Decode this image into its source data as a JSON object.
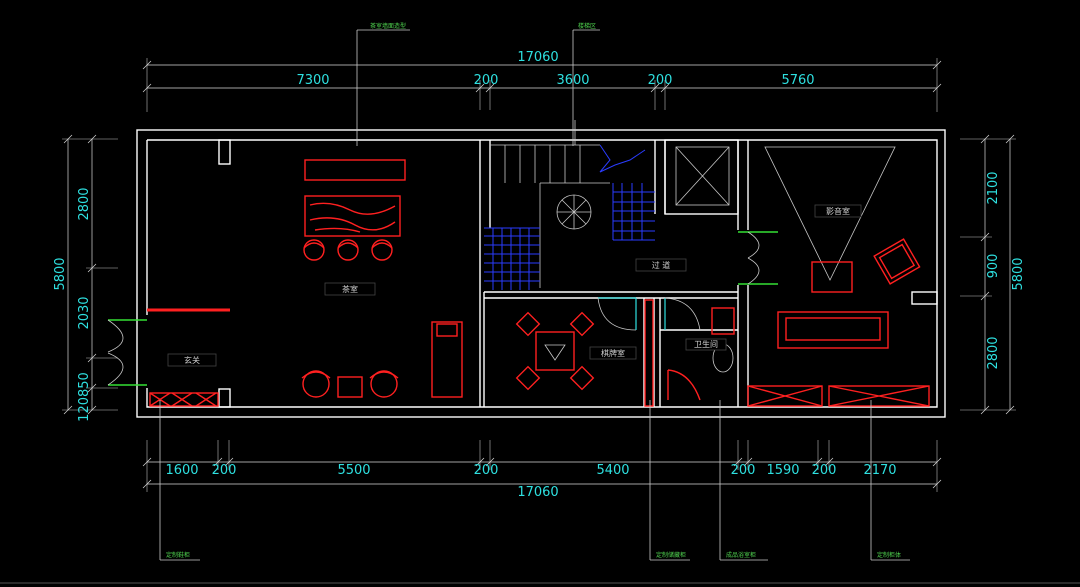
{
  "dimensions": {
    "top_total": "17060",
    "top_segments": [
      "7300",
      "200",
      "3600",
      "200",
      "5760"
    ],
    "bottom_segments": [
      "1600",
      "200",
      "5500",
      "200",
      "5400",
      "200",
      "1590",
      "200",
      "2170"
    ],
    "bottom_total": "17060",
    "left_total": "5800",
    "left_segments": [
      "2800",
      "2030",
      "120850"
    ],
    "right_total": "5800",
    "right_segments": [
      "2100",
      "900",
      "2800"
    ]
  },
  "rooms": {
    "tea_room": "茶室",
    "entrance": "玄关",
    "corridor": "过 道",
    "chess_room": "棋牌室",
    "bathroom": "卫生间",
    "theater": "影音室"
  },
  "leaders": {
    "top_tea": "茶室墙面造型",
    "top_stair": "楼梯区",
    "bottom_left": "定制鞋柜",
    "bottom_chess": "定制储藏柜",
    "bottom_bath": "成品浴室柜",
    "bottom_right": "定制柜体"
  },
  "colors": {
    "background": "#000000",
    "walls": "#ffffff",
    "dimensions": "#2ee0e0",
    "furniture": "#ff2020",
    "stairs": "#2a3cff",
    "doors": "#34e034"
  }
}
